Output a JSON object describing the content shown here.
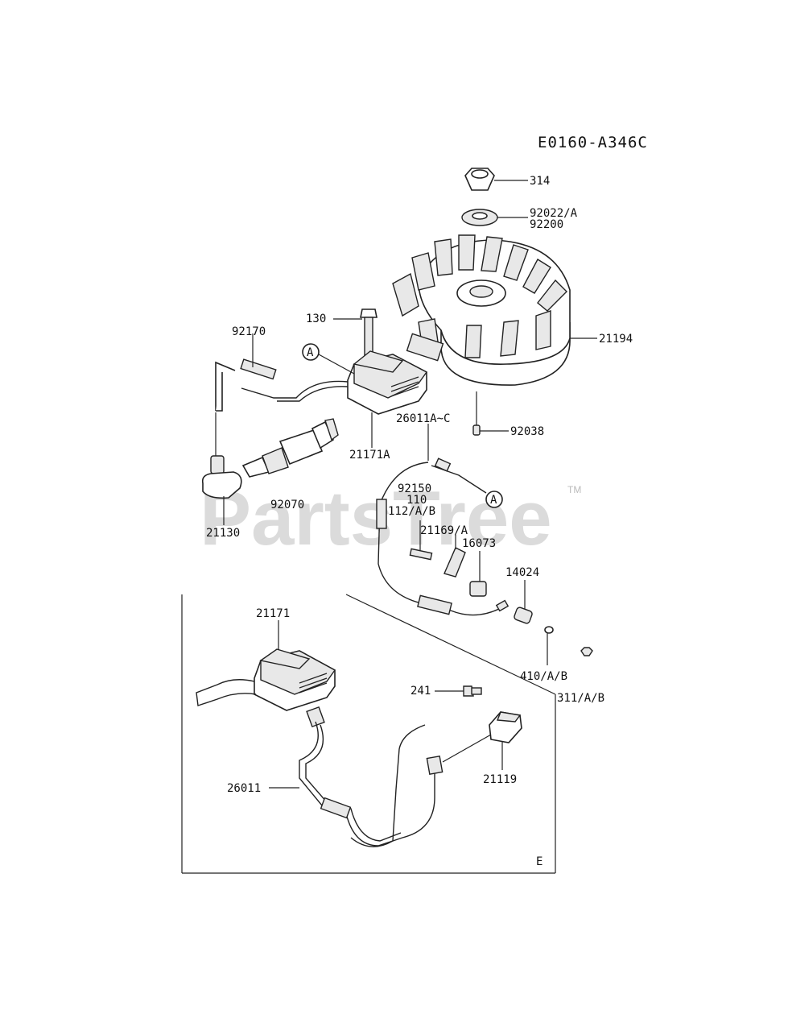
{
  "diagram_code": "E0160-A346C",
  "watermark": "PartsTree",
  "trademark": "TM",
  "section_letter": "E",
  "ref_marker": "A",
  "labels": {
    "p314": "314",
    "p92022": "92022/A",
    "p92200": "92200",
    "p130": "130",
    "p92170": "92170",
    "p21194": "21194",
    "p92038": "92038",
    "p21171a": "21171A",
    "p26011ac": "26011A~C",
    "p21130": "21130",
    "p92070": "92070",
    "p92150": "92150",
    "p110": "110",
    "p112": "112/A/B",
    "p21169": "21169/A",
    "p16073": "16073",
    "p14024": "14024",
    "p410": "410/A/B",
    "p311": "311/A/B",
    "p21171": "21171",
    "p241": "241",
    "p21119": "21119",
    "p26011": "26011"
  }
}
